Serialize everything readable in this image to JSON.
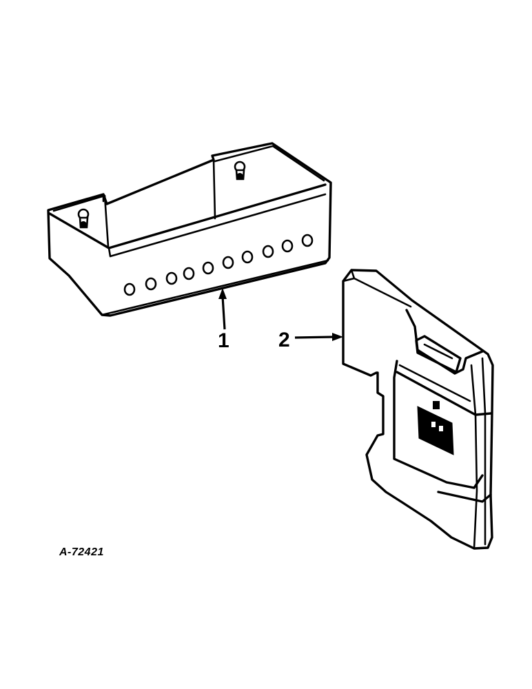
{
  "diagram": {
    "callouts": [
      {
        "id": "callout-1",
        "label": "1"
      },
      {
        "id": "callout-2",
        "label": "2"
      }
    ],
    "figure_code": "A-72421",
    "colors": {
      "ink": "#000000",
      "paper": "#ffffff"
    }
  }
}
